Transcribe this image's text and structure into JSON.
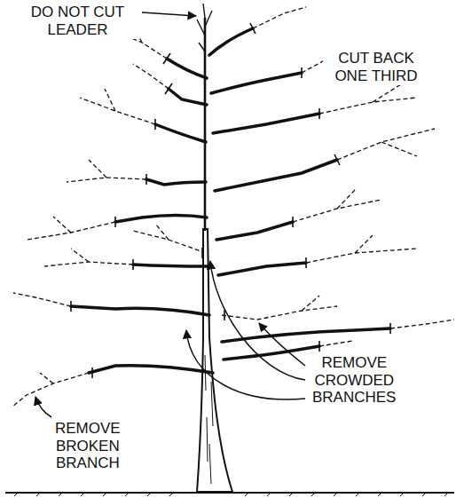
{
  "diagram": {
    "labels": [
      "DO NOT CUT LEADER",
      "CUT BACK ONE THIRD",
      "REMOVE CROWDED BRANCHES",
      "REMOVE BROKEN BRANCH"
    ]
  }
}
